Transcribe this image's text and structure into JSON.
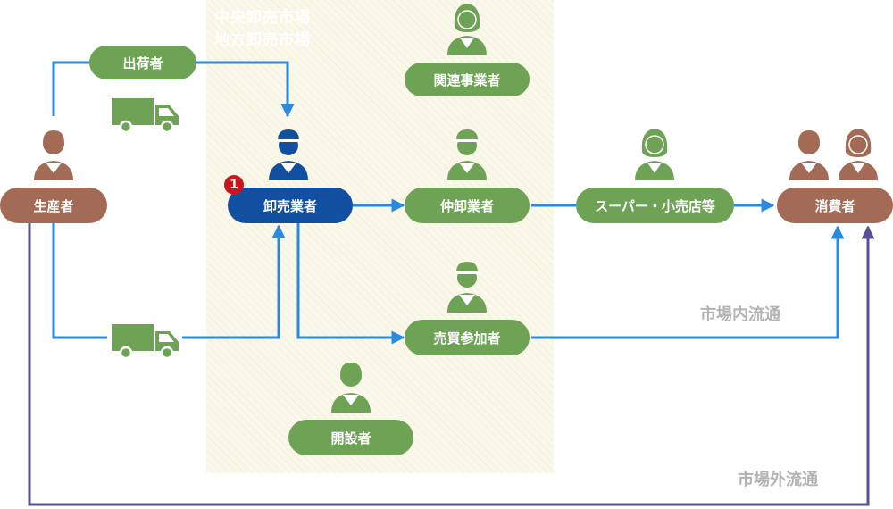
{
  "market": {
    "zone_line1": "中央卸売市場",
    "zone_line2": "地方卸売市場"
  },
  "nodes": {
    "producer": "生産者",
    "shipper": "出荷者",
    "wholesaler": "卸売業者",
    "wholesaler_badge": "1",
    "intermediate_wholesaler": "仲卸業者",
    "related_business": "関連事業者",
    "authorized_buyer": "売買参加者",
    "market_operator": "開設者",
    "supermarket_retail": "スーパー・小売店等",
    "consumer": "消費者"
  },
  "flows": {
    "in_market": "市場内流通",
    "out_of_market": "市場外流通"
  },
  "colors": {
    "green": "#6ea356",
    "brown": "#a36a55",
    "navy": "#1150a0",
    "arrow_blue": "#2a8ae0",
    "arrow_purple": "#5a4e96"
  },
  "icons": [
    "truck-icon",
    "person-icon",
    "worker-cap-icon",
    "woman-icon"
  ]
}
